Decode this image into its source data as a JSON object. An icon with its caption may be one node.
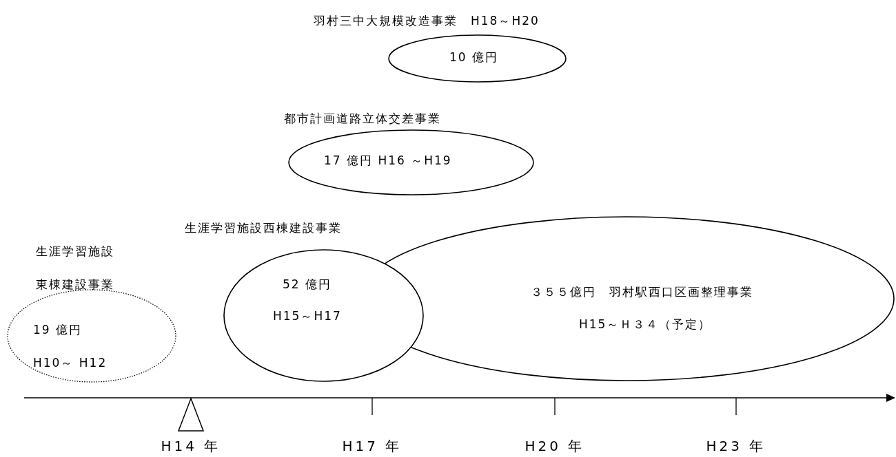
{
  "diagram": {
    "nodes": [
      {
        "text": [
          "羽村三中大規模改造事業　H18～H20",
          "10 億円"
        ]
      },
      {
        "text": [
          "都市計画道路立体交差事業",
          "17 億円 H16 ～H19"
        ]
      },
      {
        "text": [
          "生涯学習施設西棟建設事業",
          "52 億円",
          "H15～H17"
        ]
      },
      {
        "text": [
          "３５５億円　羽村駅西口区画整理事業",
          "H15～Ｈ３４（予定）"
        ]
      },
      {
        "text": [
          "生涯学習施設",
          "東棟建設事業",
          "19 億円",
          "H10～ H12"
        ]
      }
    ],
    "edges": [],
    "labels": [
      "H14 年",
      "H17 年",
      "H20 年",
      "H23 年"
    ]
  }
}
